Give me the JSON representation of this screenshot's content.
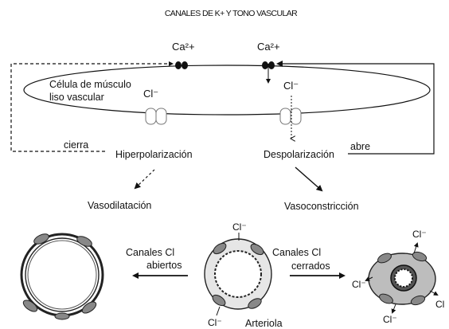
{
  "title": "CANALES DE K+ Y TONO VASCULAR",
  "cell": {
    "label_line1": "Célula de músculo",
    "label_line2": "liso vascular"
  },
  "ions": {
    "ca_left": "Ca²+",
    "ca_right": "Ca²+",
    "cl_left": "Cl⁻",
    "cl_right": "Cl⁻"
  },
  "feedback": {
    "cierra": "cierra",
    "abre": "abre"
  },
  "states": {
    "hyperpolarization": "Hiperpolarización",
    "depolarization": "Despolarización",
    "vasodilation": "Vasodilatación",
    "vasoconstriction": "Vasoconstricción"
  },
  "bottom": {
    "open_line1": "Canales Cl",
    "open_line2": "abiertos",
    "closed_line1": "Canales Cl",
    "closed_line2": "cerrados",
    "arteriole": "Arteriola",
    "cl_top_mid": "Cl⁻",
    "cl_bottom_mid": "Cl⁻",
    "cl_top_right": "Cl⁻",
    "cl_left_right": "Cl⁻",
    "cl_right_right": "Cl",
    "cl_bottom_right": "Cl⁻"
  }
}
